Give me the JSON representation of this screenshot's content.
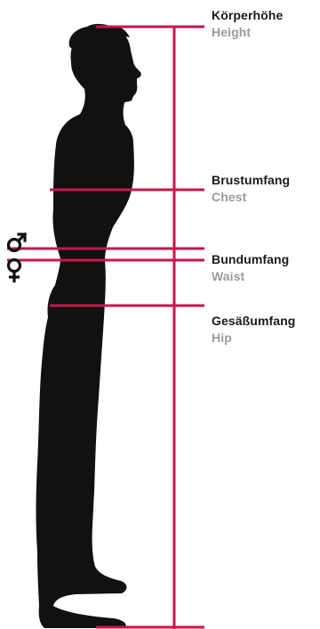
{
  "measurements": {
    "height": {
      "de": "Körperhöhe",
      "en": "Height"
    },
    "chest": {
      "de": "Brustumfang",
      "en": "Chest"
    },
    "waist": {
      "de": "Bundumfang",
      "en": "Waist"
    },
    "hip": {
      "de": "Gesäßumfang",
      "en": "Hip"
    }
  },
  "symbols": {
    "male": "male-symbol-icon",
    "female": "female-symbol-icon"
  },
  "colors": {
    "line": "#c8164c",
    "silhouette": "#111111",
    "label_primary": "#1a1a1a",
    "label_secondary": "#9b9b9b"
  }
}
